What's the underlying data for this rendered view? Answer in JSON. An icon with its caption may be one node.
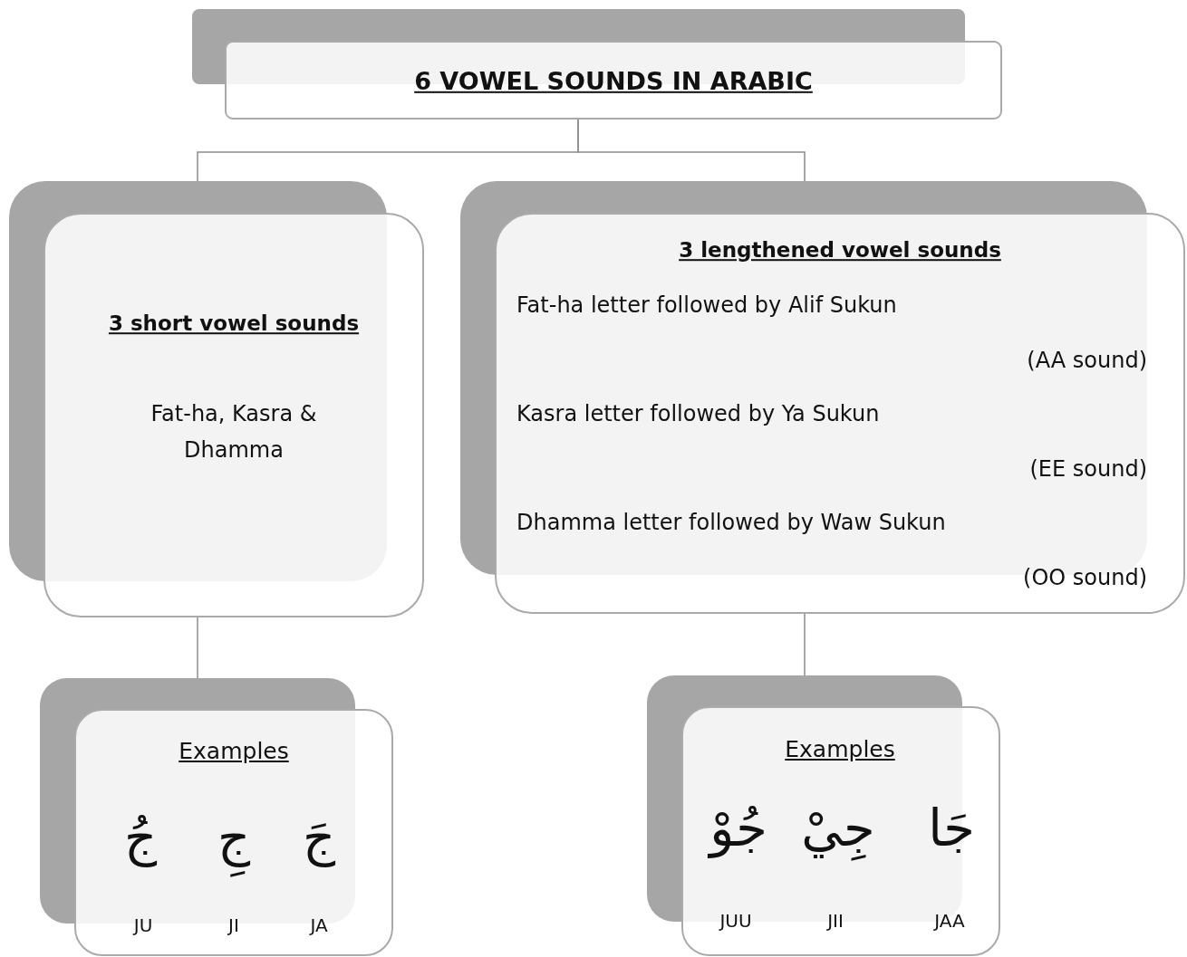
{
  "diagram": {
    "nodes": [
      {
        "text": [
          "6 VOWEL SOUNDS IN ARABIC"
        ]
      },
      {
        "text": [
          "3 short vowel sounds",
          "Fat-ha, Kasra & Dhamma"
        ]
      },
      {
        "text": [
          "3 lengthened vowel sounds",
          "Fat-ha letter followed by Alif Sukun",
          "(AA sound)",
          "Kasra letter followed by Ya Sukun",
          "(EE sound)",
          "Dhamma letter followed by Waw Sukun",
          "(OO sound)"
        ]
      },
      {
        "text": [
          "Examples",
          "جُ",
          "جِ",
          "جَ",
          "JU",
          "JI",
          "JA"
        ]
      },
      {
        "text": [
          "Examples",
          "جُوْ",
          "جِيْ",
          "جَا",
          "JUU",
          "JII",
          "JAA"
        ]
      }
    ],
    "edges": [
      {
        "from": 0,
        "to": 1,
        "arrow": "none"
      },
      {
        "from": 0,
        "to": 2,
        "arrow": "none"
      },
      {
        "from": 1,
        "to": 3,
        "arrow": "none"
      },
      {
        "from": 2,
        "to": 4,
        "arrow": "none"
      }
    ]
  }
}
